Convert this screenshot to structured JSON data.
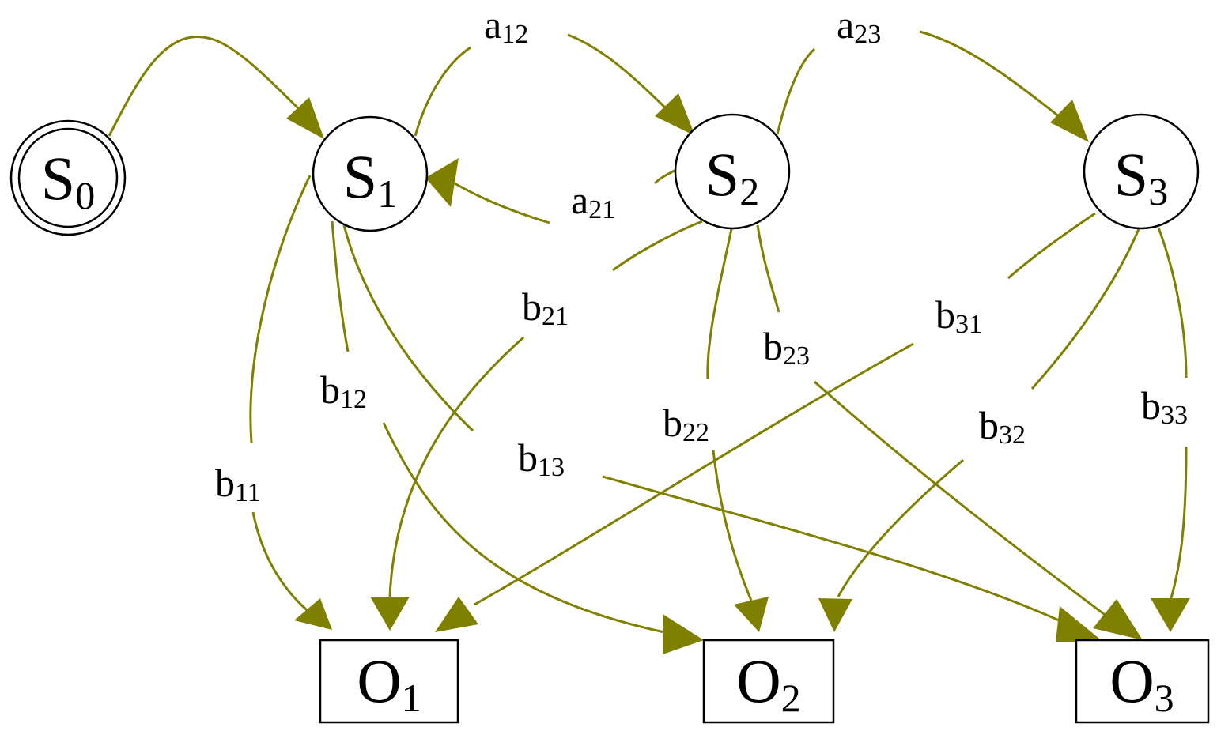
{
  "colors": {
    "edge": "#808000",
    "node_stroke": "#000000",
    "background": "#ffffff"
  },
  "nodes": {
    "s0": {
      "base": "S",
      "sub": "0",
      "shape": "double-circle"
    },
    "s1": {
      "base": "S",
      "sub": "1",
      "shape": "circle"
    },
    "s2": {
      "base": "S",
      "sub": "2",
      "shape": "circle"
    },
    "s3": {
      "base": "S",
      "sub": "3",
      "shape": "circle"
    },
    "o1": {
      "base": "O",
      "sub": "1",
      "shape": "box"
    },
    "o2": {
      "base": "O",
      "sub": "2",
      "shape": "box"
    },
    "o3": {
      "base": "O",
      "sub": "3",
      "shape": "box"
    }
  },
  "edges": {
    "s0_s1": {
      "from": "S0",
      "to": "S1"
    },
    "a12": {
      "from": "S1",
      "to": "S2",
      "base": "a",
      "sub": "12"
    },
    "a21": {
      "from": "S2",
      "to": "S1",
      "base": "a",
      "sub": "21"
    },
    "a23": {
      "from": "S2",
      "to": "S3",
      "base": "a",
      "sub": "23"
    },
    "b11": {
      "from": "S1",
      "to": "O1",
      "base": "b",
      "sub": "11"
    },
    "b12": {
      "from": "S1",
      "to": "O2",
      "base": "b",
      "sub": "12"
    },
    "b13": {
      "from": "S1",
      "to": "O3",
      "base": "b",
      "sub": "13"
    },
    "b21": {
      "from": "S2",
      "to": "O1",
      "base": "b",
      "sub": "21"
    },
    "b22": {
      "from": "S2",
      "to": "O2",
      "base": "b",
      "sub": "22"
    },
    "b23": {
      "from": "S2",
      "to": "O3",
      "base": "b",
      "sub": "23"
    },
    "b31": {
      "from": "S3",
      "to": "O1",
      "base": "b",
      "sub": "31"
    },
    "b32": {
      "from": "S3",
      "to": "O2",
      "base": "b",
      "sub": "32"
    },
    "b33": {
      "from": "S3",
      "to": "O3",
      "base": "b",
      "sub": "33"
    }
  }
}
